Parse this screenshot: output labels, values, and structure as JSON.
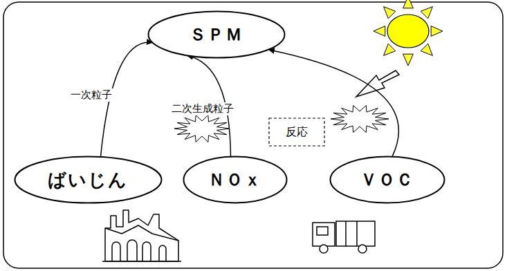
{
  "diagram": {
    "nodes": [
      {
        "text": [
          "ＳＰＭ"
        ]
      },
      {
        "text": [
          "ばいじん"
        ]
      },
      {
        "text": [
          "ＮＯｘ"
        ]
      },
      {
        "text": [
          "反応"
        ]
      },
      {
        "text": [
          "ＶＯＣ"
        ]
      }
    ],
    "edges": [
      {
        "from": 1,
        "to": 0,
        "label": "一次粒子",
        "arrow": "to"
      },
      {
        "from": 2,
        "to": 0,
        "label": "二次生成粒子",
        "arrow": "to"
      },
      {
        "from": 4,
        "to": 0,
        "arrow": "to"
      }
    ]
  }
}
